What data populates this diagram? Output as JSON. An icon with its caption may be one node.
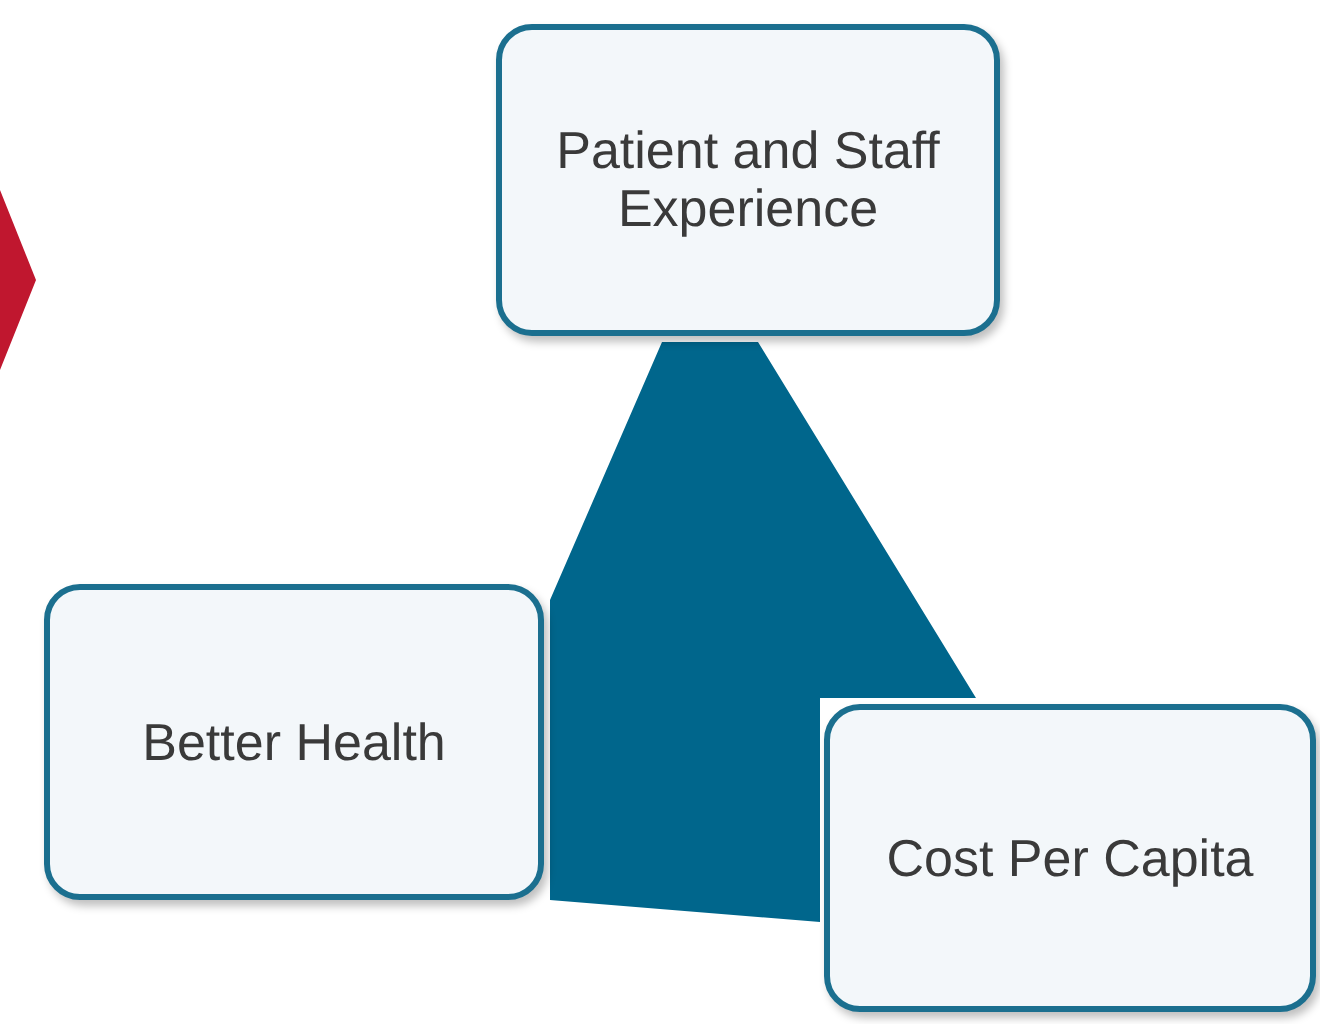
{
  "diagram": {
    "nodes": [
      {
        "text": [
          "Patient and Staff Experience"
        ]
      },
      {
        "text": [
          "Better Health"
        ]
      },
      {
        "text": [
          "Cost Per Capita"
        ]
      },
      {
        "text": [],
        "shape": "triangle"
      },
      {
        "text": [],
        "shape": "diamond"
      }
    ]
  }
}
